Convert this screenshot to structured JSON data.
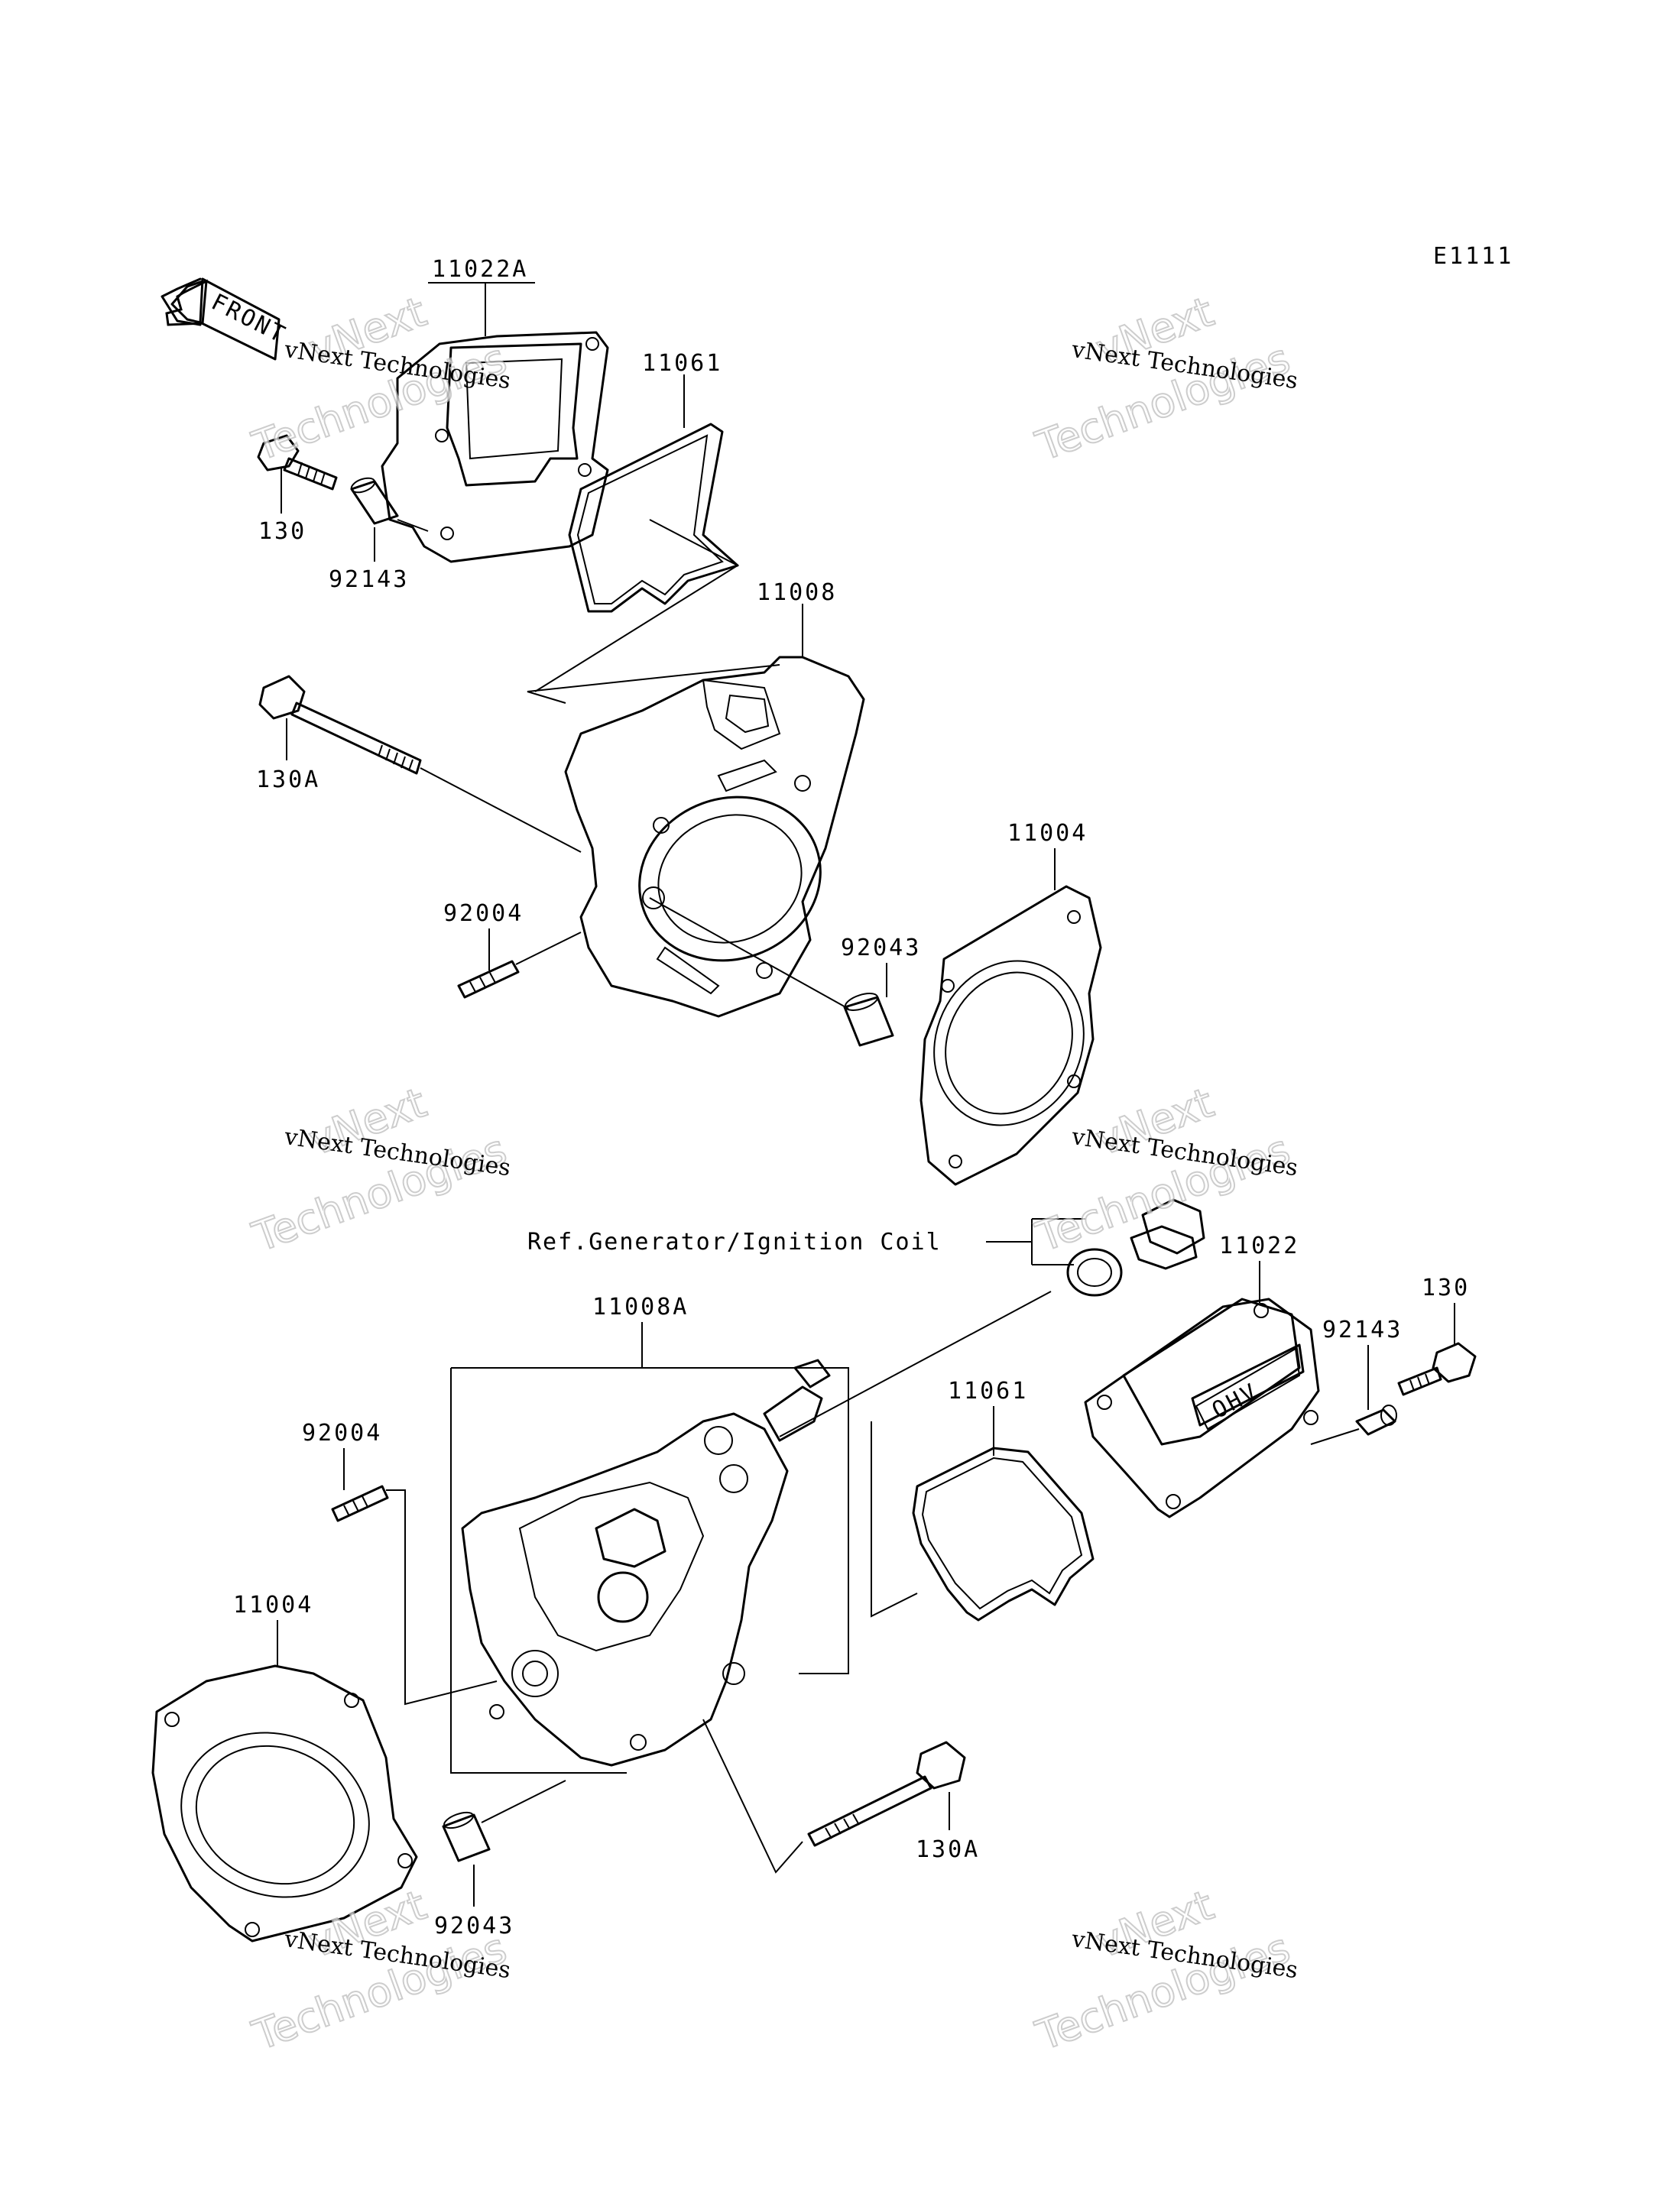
{
  "diagram_code": "E1111",
  "front_arrow_label": "FRONT",
  "reference_note": "Ref.Generator/Ignition Coil",
  "watermark": {
    "small": "vNext Technologies",
    "big_line1": "vNext",
    "big_line2": "Technologies"
  },
  "callouts": {
    "c_11022A": "11022A",
    "c_11061_top": "11061",
    "c_130_top": "130",
    "c_92143_top": "92143",
    "c_11008": "11008",
    "c_130A_top": "130A",
    "c_11004_top": "11004",
    "c_92004_top": "92004",
    "c_92043_top": "92043",
    "c_11022": "11022",
    "c_130_bottom": "130",
    "c_92143_bottom": "92143",
    "c_11008A": "11008A",
    "c_11061_bottom": "11061",
    "c_92004_bottom": "92004",
    "c_11004_bottom": "11004",
    "c_92043_bottom": "92043",
    "c_130A_bottom": "130A"
  },
  "colors": {
    "line": "#000000",
    "background": "#ffffff",
    "watermark_outline": "#bdbdbd"
  }
}
